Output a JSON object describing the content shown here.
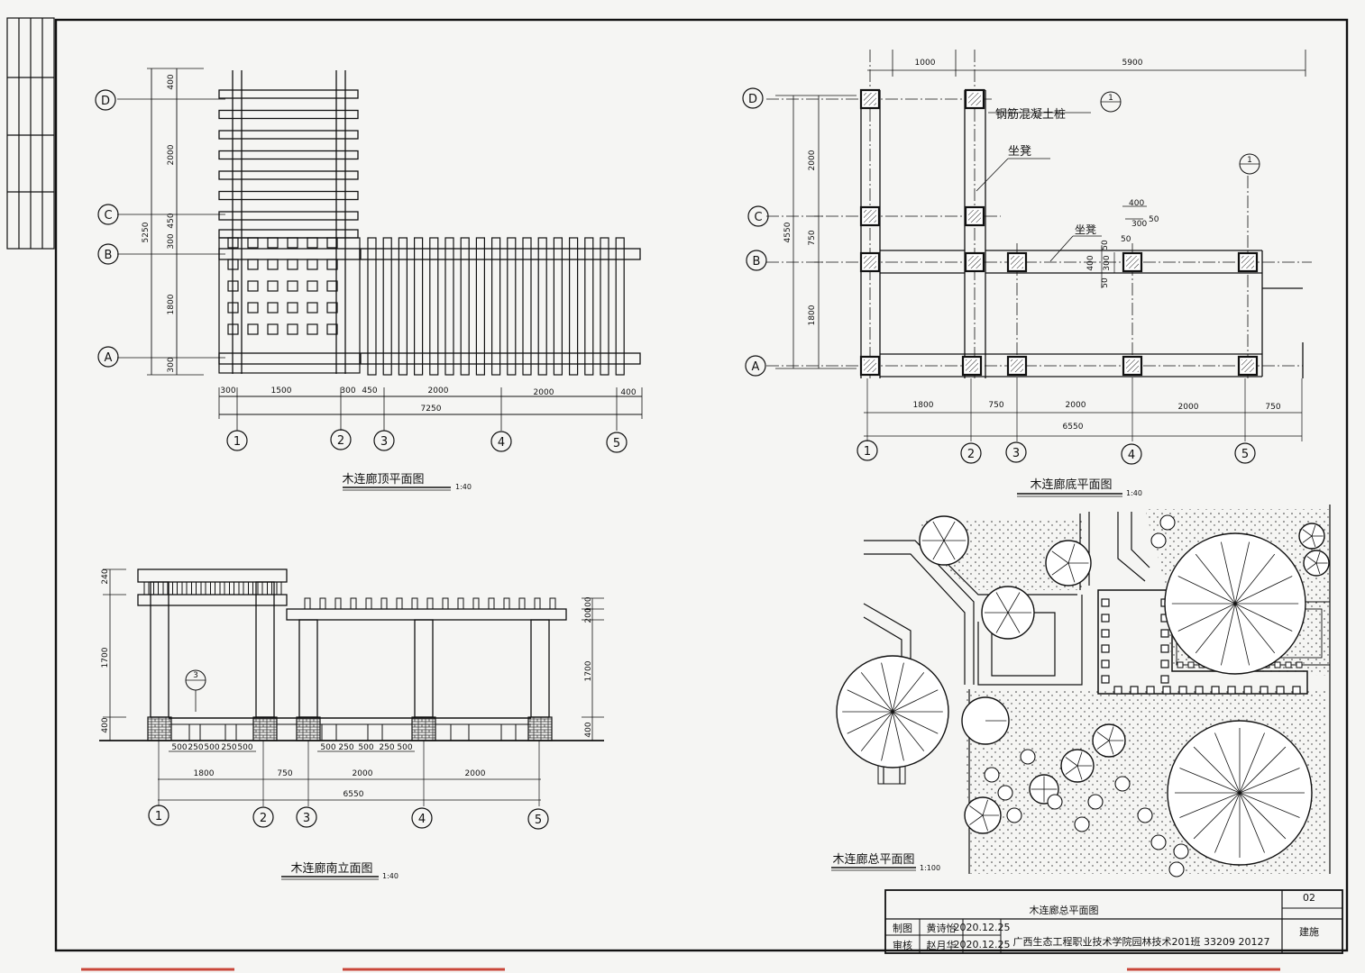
{
  "titles": {
    "roof_plan": "木连廊顶平面图",
    "base_plan": "木连廊底平面图",
    "elevation": "木连廊南立面图",
    "site_plan": "木连廊总平面图"
  },
  "scales": {
    "roof_plan": "1:40",
    "base_plan": "1:40",
    "elevation": "1:40",
    "site_plan": "1:100"
  },
  "axes": {
    "rows": [
      "D",
      "C",
      "B",
      "A"
    ],
    "columns": [
      "1",
      "2",
      "3",
      "4",
      "5"
    ]
  },
  "roof_plan": {
    "vertical_dims": [
      "400",
      "2000",
      "450",
      "300",
      "1800",
      "300"
    ],
    "vertical_total": "5250",
    "horizontal_dims": [
      "300",
      "1500",
      "300",
      "450",
      "2000",
      "2000",
      "400"
    ],
    "horizontal_total": "7250"
  },
  "base_plan": {
    "top_dims": [
      "1000",
      "5900"
    ],
    "vertical_dims": [
      "2000",
      "750",
      "1800"
    ],
    "vertical_total": "4550",
    "horizontal_dims": [
      "1800",
      "750",
      "2000",
      "2000",
      "750"
    ],
    "horizontal_total": "6550",
    "labels": {
      "pile": "钢筋混凝土桩",
      "seat1": "坐凳",
      "seat2": "坐凳"
    },
    "detail_dims": [
      "400",
      "300",
      "50",
      "50",
      "400",
      "300",
      "50",
      "50"
    ],
    "section_marks": [
      "1",
      "1"
    ]
  },
  "elevation": {
    "left_dims": [
      "240",
      "1700",
      "400"
    ],
    "right_dims": [
      "100",
      "200",
      "1700",
      "400"
    ],
    "bench_dims": [
      "500",
      "250",
      "500",
      "250",
      "500"
    ],
    "bench_dims2": [
      "500",
      "250",
      "500",
      "250",
      "500"
    ],
    "horizontal_dims": [
      "1800",
      "750",
      "2000",
      "2000"
    ],
    "horizontal_total": "6550",
    "detail_mark": "3"
  },
  "title_block": {
    "drawing_title": "木连廊总平面图",
    "sheet_number": "02",
    "row1_role": "制图",
    "row1_name": "黄诗怡",
    "row1_date": "2020.12.25",
    "row2_role": "审核",
    "row2_name": "赵月华",
    "row2_date": "2020.12.25",
    "school": "广西生态工程职业技术学院园林技术201班 33209 20127",
    "discipline": "建施"
  }
}
